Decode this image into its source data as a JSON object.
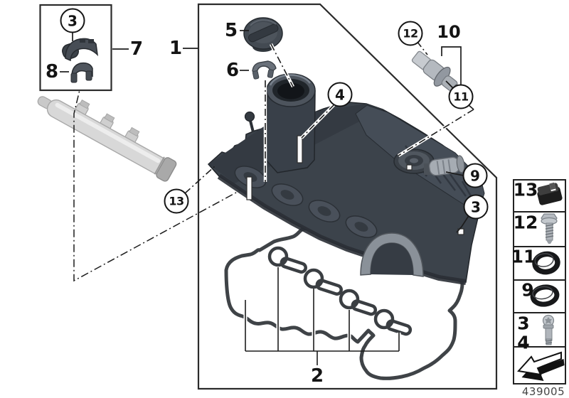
{
  "diagram": {
    "drawing_number": "439005",
    "callouts": {
      "c1": "1",
      "c2": "2",
      "c3": "3",
      "c4": "4",
      "c5": "5",
      "c6": "6",
      "c7": "7",
      "c8": "8",
      "c9": "9",
      "c10": "10",
      "c11": "11",
      "c12": "12",
      "c13": "13"
    },
    "legend": {
      "n13": "13",
      "n12": "12",
      "n11": "11",
      "n9": "9",
      "n3": "3",
      "n4": "4",
      "icons": [
        "rubber-grommet",
        "self-tapping-screw",
        "o-ring",
        "o-ring",
        "mounting-bolt",
        "direction-arrow"
      ]
    },
    "colors": {
      "cover_base": "#3c434b",
      "cover_dark": "#343a42",
      "line": "#1c1c1c",
      "rail_gray": "#d8d8d8"
    }
  }
}
